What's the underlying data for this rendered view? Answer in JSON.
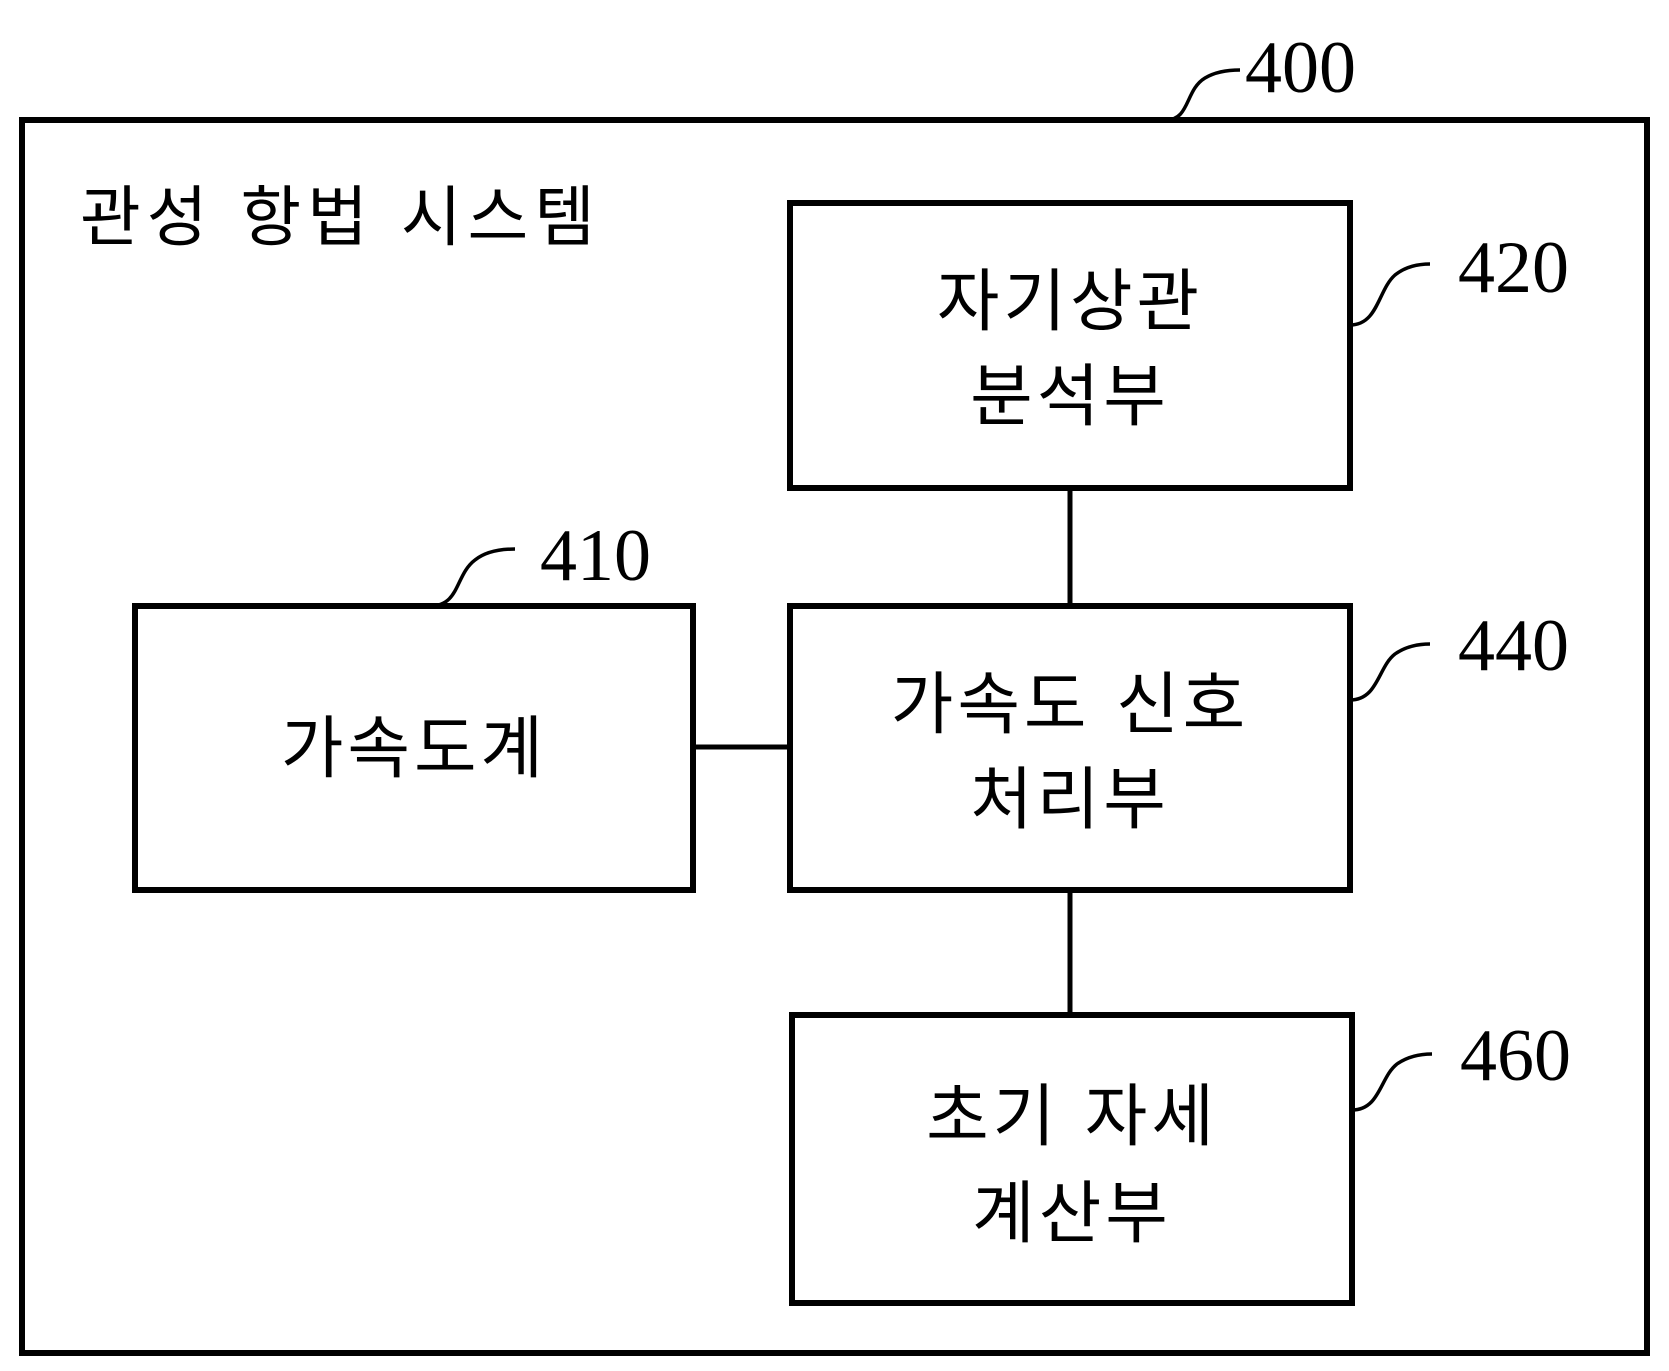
{
  "system": {
    "title": "관성 항법 시스템",
    "ref": "400"
  },
  "blocks": {
    "accelerometer": {
      "lines": [
        "가속도계"
      ],
      "ref": "410"
    },
    "autocorrelation": {
      "lines": [
        "자기상관",
        "분석부"
      ],
      "ref": "420"
    },
    "signal_processing": {
      "lines": [
        "가속도 신호",
        "처리부"
      ],
      "ref": "440"
    },
    "initial_attitude": {
      "lines": [
        "초기 자세",
        "계산부"
      ],
      "ref": "460"
    }
  },
  "colors": {
    "line": "#000000",
    "background": "#ffffff"
  }
}
